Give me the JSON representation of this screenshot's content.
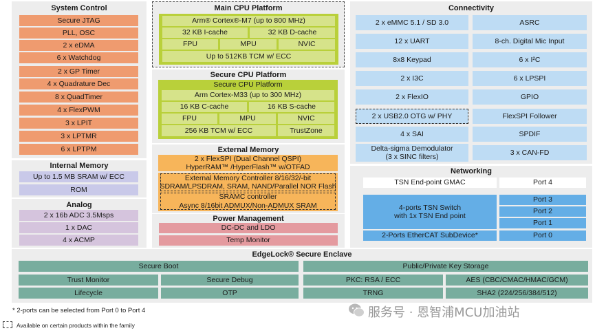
{
  "system_control": {
    "title": "System Control",
    "items": [
      "Secure JTAG",
      "PLL, OSC",
      "2 x eDMA",
      "6 x Watchdog",
      "2 x GP Timer",
      "4 x Quadrature Dec",
      "8 x QuadTimer",
      "4 x FlexPWM",
      "3 x LPIT",
      "3 x LPTMR",
      "6 x LPTPM"
    ]
  },
  "internal_memory": {
    "title": "Internal Memory",
    "items": [
      "Up to 1.5 MB SRAM w/ ECC",
      "ROM"
    ]
  },
  "analog": {
    "title": "Analog",
    "items": [
      "2 x 16b ADC 3.5Msps",
      "1 x DAC",
      "4 x ACMP"
    ]
  },
  "main_cpu": {
    "title": "Main CPU Platform",
    "core": "Arm® Cortex®-M7 (up to 800 MHz)",
    "icache": "32 KB I-cache",
    "dcache": "32 KB D-cache",
    "fpu": "FPU",
    "mpu": "MPU",
    "nvic": "NVIC",
    "tcm": "Up to 512KB TCM w/ ECC"
  },
  "secure_cpu": {
    "title": "Secure CPU Platform",
    "header": "Secure CPU Platform",
    "core": "Arm Cortex-M33 (up to 300 MHz)",
    "ccache": "16 KB C-cache",
    "scache": "16 KB S-cache",
    "fpu": "FPU",
    "mpu": "MPU",
    "nvic": "NVIC",
    "tcm": "256 KB TCM w/ ECC",
    "trustzone": "TrustZone"
  },
  "external_memory": {
    "title": "External Memory",
    "flexspi_1": "2 x FlexSPI (Dual Channel QSPI)",
    "flexspi_2": "HyperRAM™ /HyperFlash™ w/OTFAD",
    "emc_1": "External Memory Controller 8/16/32/-bit",
    "emc_2": "SDRAM/LPSDRAM, SRAM, NAND/Parallel NOR Flash",
    "sramc_1": "SRAMC controller",
    "sramc_2": "Async 8/16bit ADMUX/Non-ADMUX SRAM"
  },
  "power": {
    "title": "Power Management",
    "items": [
      "DC-DC and LDO",
      "Temp Monitor"
    ]
  },
  "connectivity": {
    "title": "Connectivity",
    "left": [
      "2 x eMMC 5.1 / SD 3.0",
      "12 x UART",
      "8x8 Keypad",
      "2 x I3C",
      "2 x FlexIO",
      "2 x USB2.0 OTG w/ PHY",
      "4 x SAI"
    ],
    "delta_1": "Delta-sigma Demodulator",
    "delta_2": "(3 x SINC filters)",
    "right": [
      "ASRC",
      "8-ch. Digital Mic Input",
      "6 x I²C",
      "6 x LPSPI",
      "GPIO",
      "FlexSPI Follower",
      "SPDIF",
      "3 x CAN-FD"
    ]
  },
  "networking": {
    "title": "Networking",
    "tsn_gmac": "TSN End-point GMAC",
    "port4": "Port 4",
    "switch_1": "4-ports TSN Switch",
    "switch_2": "with 1x TSN End point",
    "ports": [
      "Port 3",
      "Port 2",
      "Port 1"
    ],
    "ethercat": "2-Ports EtherCAT SubDevice*",
    "port0": "Port 0"
  },
  "edgelock": {
    "title": "EdgeLock® Secure Enclave",
    "secure_boot": "Secure Boot",
    "key_storage": "Public/Private Key Storage",
    "trust_monitor": "Trust Monitor",
    "secure_debug": "Secure Debug",
    "pkc": "PKC: RSA / ECC",
    "aes": "AES (CBC/CMAC/HMAC/GCM)",
    "lifecycle": "Lifecycle",
    "otp": "OTP",
    "trng": "TRNG",
    "sha": "SHA2 (224/256/384/512)"
  },
  "footnote": "* 2-ports can be selected from Port 0 to Port 4",
  "legend_note": "Available on certain products within the family",
  "watermark": "服务号 · 恩智浦MCU加油站",
  "colors": {
    "system_control": "#ef9b6f",
    "memory": "#c9c9e9",
    "analog": "#d5c4dd",
    "cpu": "#d6e38a",
    "external_memory": "#f7b55a",
    "power": "#e49a9f",
    "connectivity": "#bedcf4",
    "networking": "#64aee6",
    "edgelock": "#78ad9e"
  }
}
